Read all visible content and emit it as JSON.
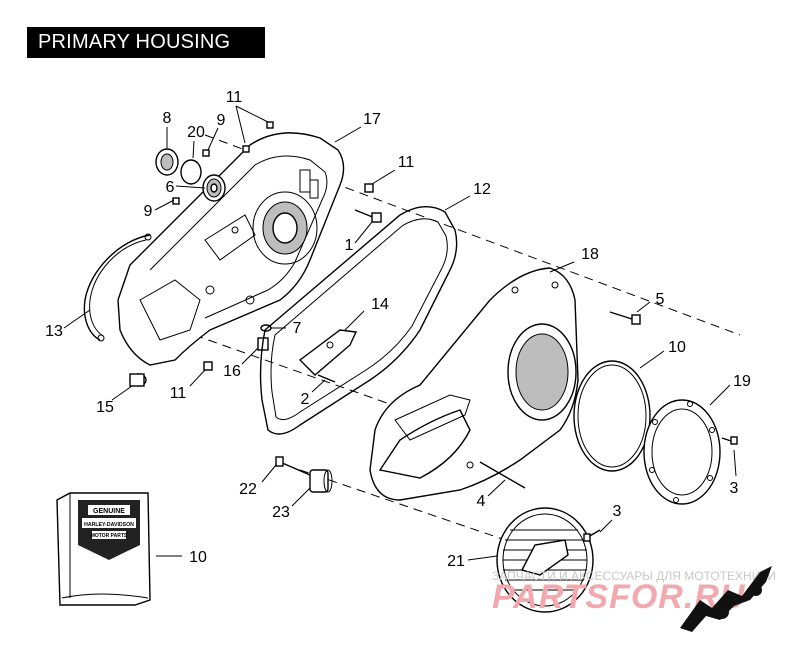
{
  "title": "PRIMARY HOUSING",
  "callouts": [
    {
      "id": "c8",
      "text": "8"
    },
    {
      "id": "c20",
      "text": "20"
    },
    {
      "id": "c9a",
      "text": "9"
    },
    {
      "id": "c11a",
      "text": "11"
    },
    {
      "id": "c17",
      "text": "17"
    },
    {
      "id": "c6",
      "text": "6"
    },
    {
      "id": "c9b",
      "text": "9"
    },
    {
      "id": "c11b",
      "text": "11"
    },
    {
      "id": "c12",
      "text": "12"
    },
    {
      "id": "c1",
      "text": "1"
    },
    {
      "id": "c18",
      "text": "18"
    },
    {
      "id": "c13",
      "text": "13"
    },
    {
      "id": "c14",
      "text": "14"
    },
    {
      "id": "c5",
      "text": "5"
    },
    {
      "id": "c7",
      "text": "7"
    },
    {
      "id": "c16",
      "text": "16"
    },
    {
      "id": "c10a",
      "text": "10"
    },
    {
      "id": "c15",
      "text": "15"
    },
    {
      "id": "c11c",
      "text": "11"
    },
    {
      "id": "c2",
      "text": "2"
    },
    {
      "id": "c19",
      "text": "19"
    },
    {
      "id": "c22",
      "text": "22"
    },
    {
      "id": "c3a",
      "text": "3"
    },
    {
      "id": "c4",
      "text": "4"
    },
    {
      "id": "c23",
      "text": "23"
    },
    {
      "id": "c3b",
      "text": "3"
    },
    {
      "id": "c10b",
      "text": "10"
    },
    {
      "id": "c21",
      "text": "21"
    }
  ],
  "parts_box": {
    "brand_line1": "GENUINE",
    "brand_line2": "HARLEY-DAVIDSON",
    "brand_line3": "MOTOR PARTS"
  },
  "watermark": {
    "line1": "ЗАПЧАСТИ И АКСЕССУАРЫ ДЛЯ МОТОТЕХНИКИ",
    "line2": "PARTSFOR.RU"
  }
}
